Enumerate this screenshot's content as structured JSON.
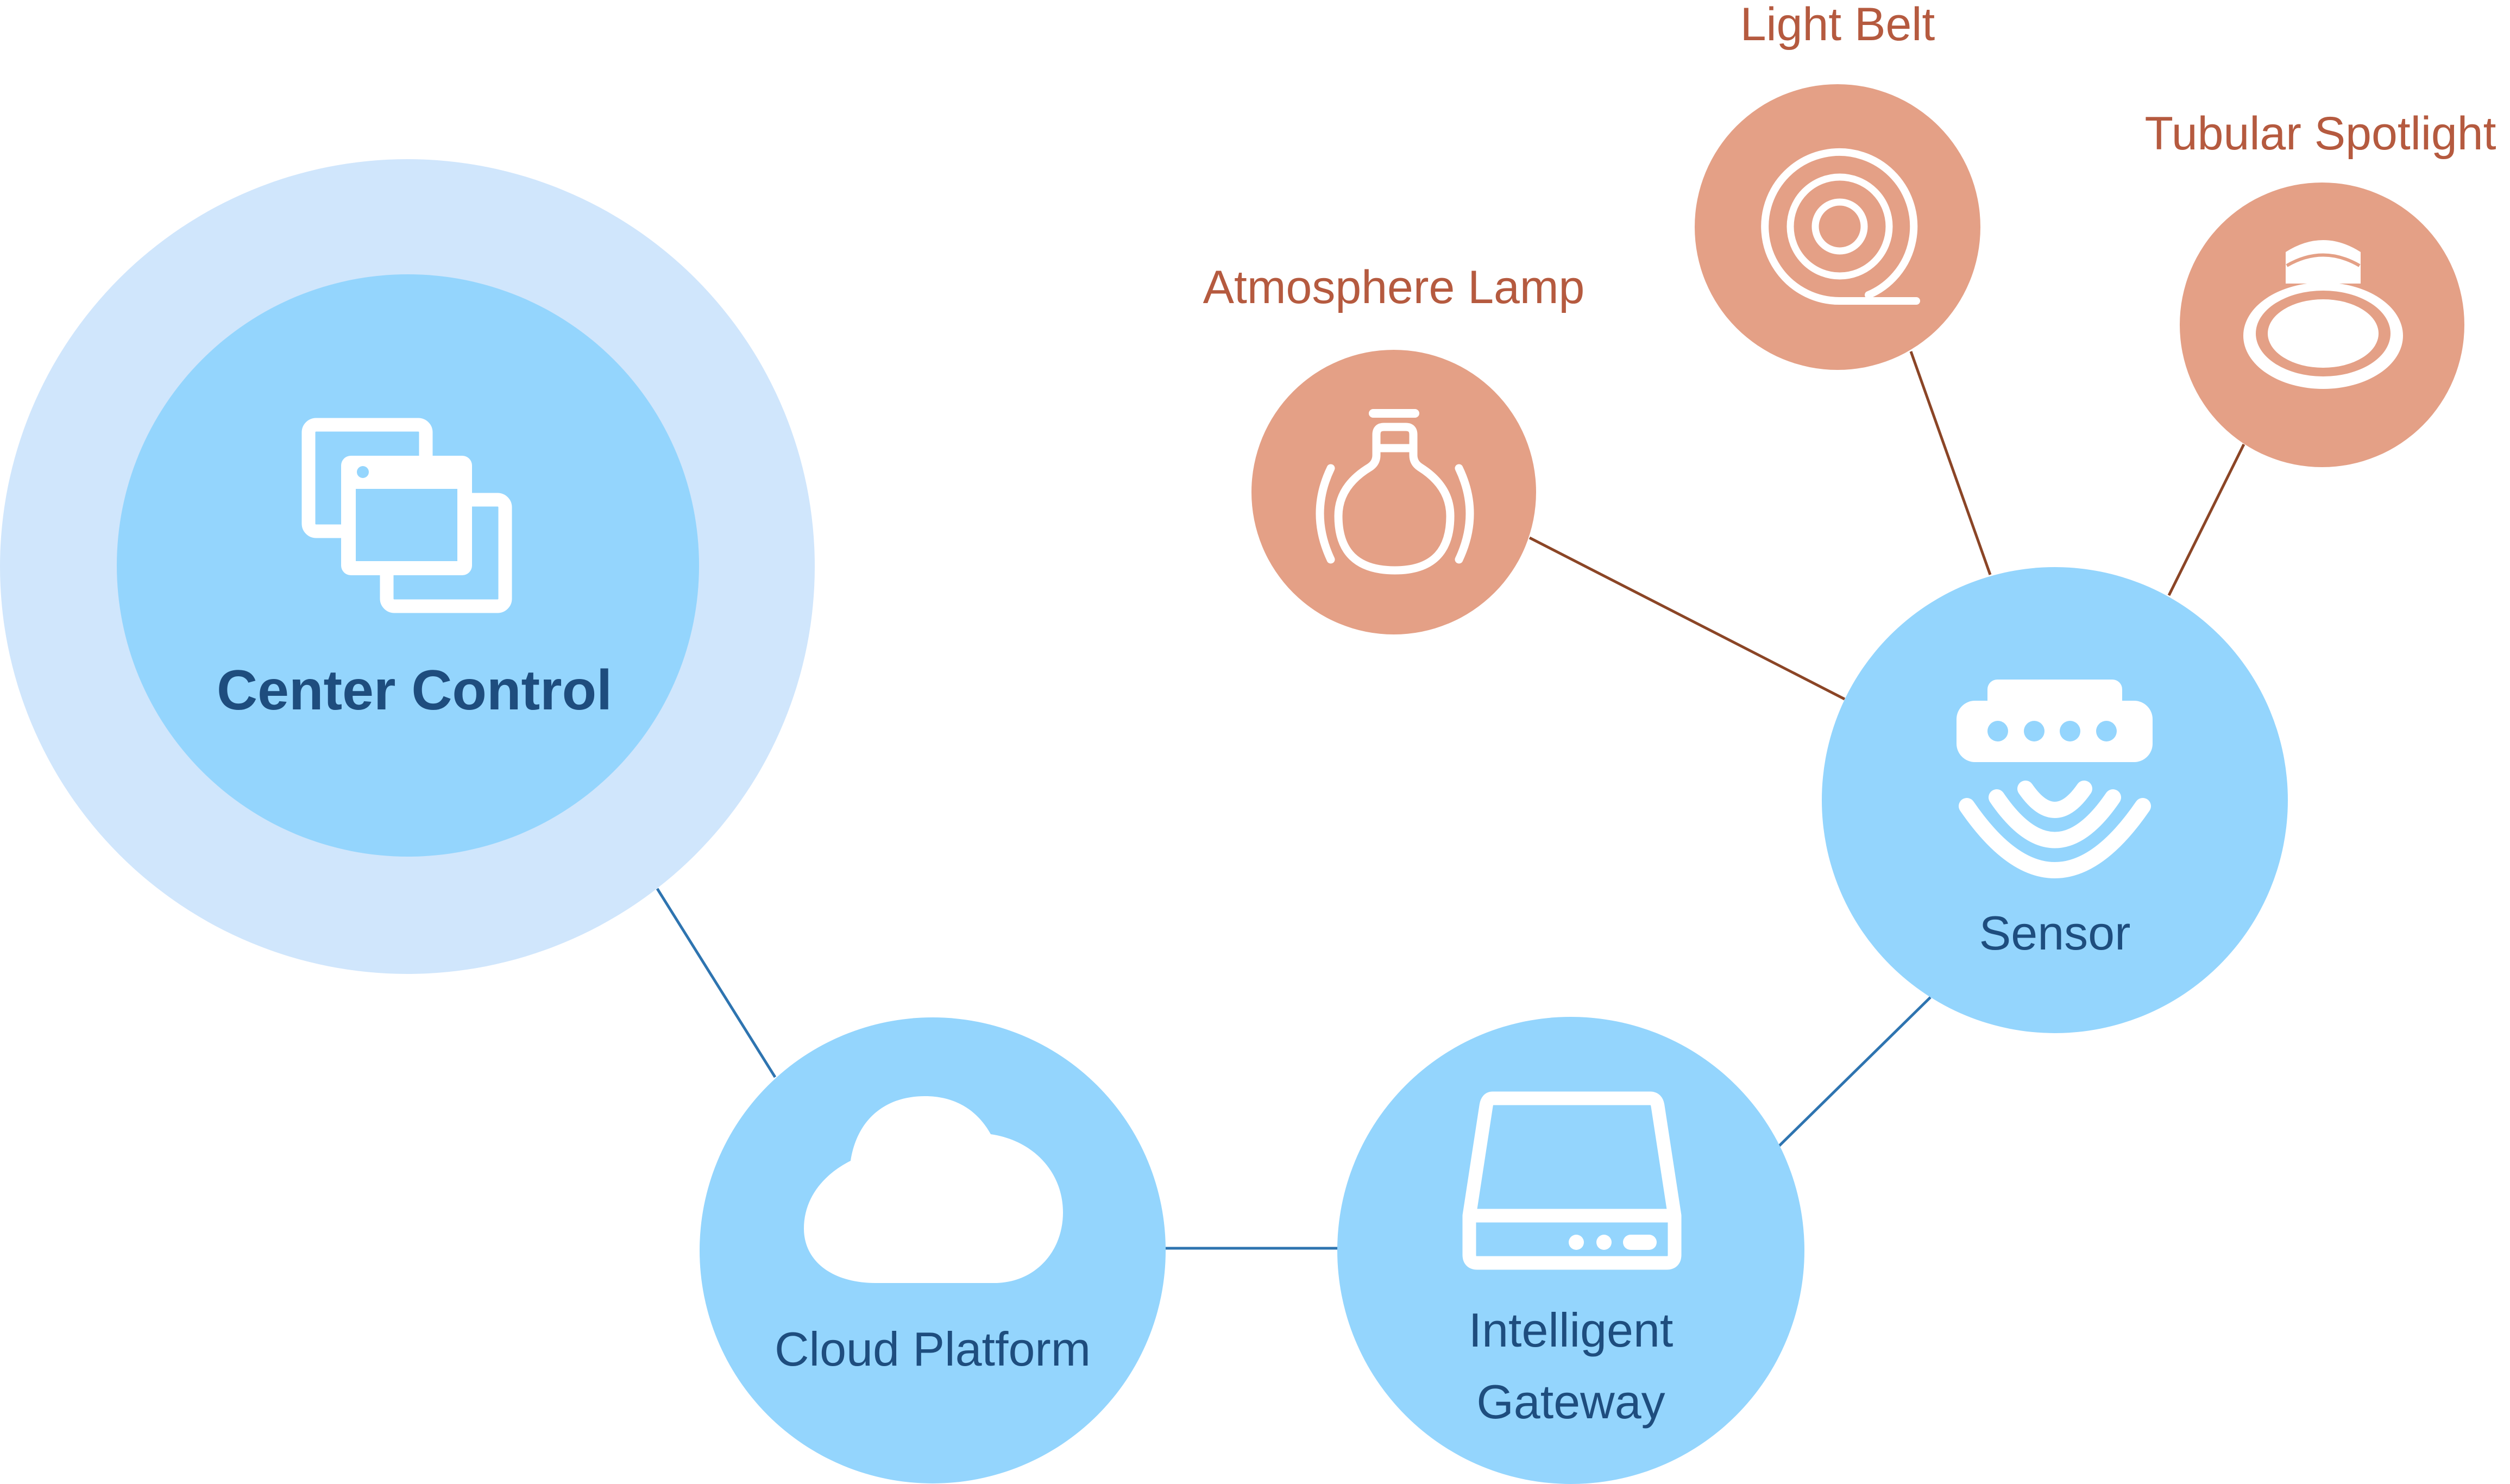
{
  "diagram": {
    "type": "network",
    "colors": {
      "background": "#ffffff",
      "core_node": "#94d5fd",
      "core_halo": "#d0e6fc",
      "device_node": "#e4a086",
      "core_label": "#1e4d7e",
      "device_label": "#b55a3f",
      "core_link": "#2e74b0",
      "device_link": "#8b4526",
      "icon": "#ffffff"
    },
    "nodes": [
      {
        "id": "center_control",
        "label": "Center Control",
        "icon": "windows-stack-icon",
        "kind": "core",
        "emphasis": "primary"
      },
      {
        "id": "cloud_platform",
        "label": "Cloud Platform",
        "icon": "cloud-icon",
        "kind": "core"
      },
      {
        "id": "intelligent_gateway",
        "label_lines": [
          "Intelligent",
          "Gateway"
        ],
        "icon": "gateway-device-icon",
        "kind": "core"
      },
      {
        "id": "sensor",
        "label": "Sensor",
        "icon": "motion-sensor-icon",
        "kind": "core"
      },
      {
        "id": "atmosphere_lamp",
        "label": "Atmosphere Lamp",
        "icon": "light-bulb-icon",
        "kind": "device"
      },
      {
        "id": "light_belt",
        "label": "Light Belt",
        "icon": "light-strip-reel-icon",
        "kind": "device"
      },
      {
        "id": "tubular_spotlight",
        "label": "Tubular Spotlight",
        "icon": "spotlight-icon",
        "kind": "device"
      }
    ],
    "edges": [
      {
        "from": "center_control",
        "to": "cloud_platform",
        "kind": "core"
      },
      {
        "from": "cloud_platform",
        "to": "intelligent_gateway",
        "kind": "core"
      },
      {
        "from": "intelligent_gateway",
        "to": "sensor",
        "kind": "core"
      },
      {
        "from": "sensor",
        "to": "atmosphere_lamp",
        "kind": "device"
      },
      {
        "from": "sensor",
        "to": "light_belt",
        "kind": "device"
      },
      {
        "from": "sensor",
        "to": "tubular_spotlight",
        "kind": "device"
      }
    ]
  }
}
